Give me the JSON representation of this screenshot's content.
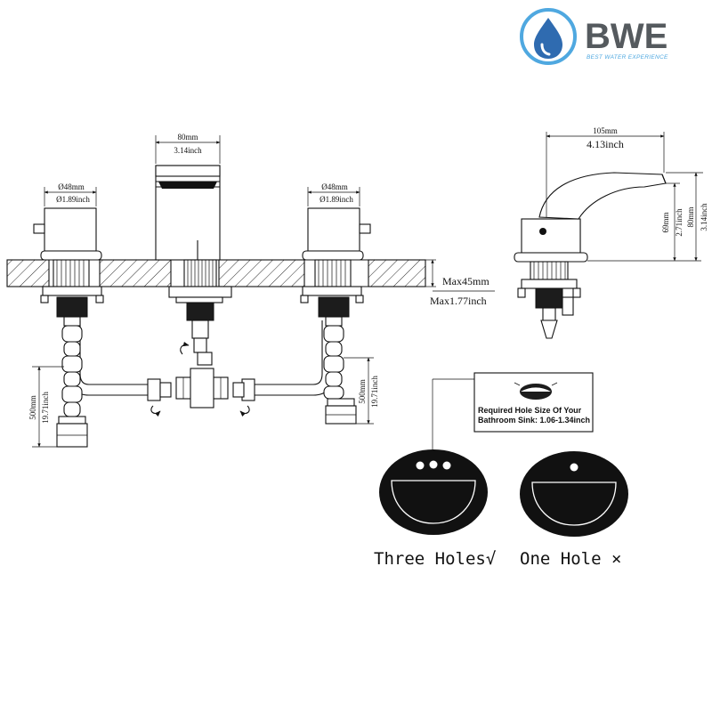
{
  "brand": {
    "name": "BWE",
    "tagline": "BEST WATER EXPERIENCE",
    "colors": {
      "blue": "#2f6bb0",
      "light_blue": "#4fa8e0",
      "gray": "#555a5e"
    }
  },
  "front_view": {
    "spout_width_mm": "80mm",
    "spout_width_in": "3.14inch",
    "left_handle_mm": "Ø48mm",
    "left_handle_in": "Ø1.89inch",
    "right_handle_mm": "Ø48mm",
    "right_handle_in": "Ø1.89inch",
    "deck_thickness_mm": "Max45mm",
    "deck_thickness_in": "Max1.77inch",
    "left_hose_mm": "500mm",
    "left_hose_in": "19.71inch",
    "right_hose_mm": "500mm",
    "right_hose_in": "19.71inch"
  },
  "side_view": {
    "reach_mm": "105mm",
    "reach_in": "4.13inch",
    "spout_height_mm": "69mm",
    "spout_height_in": "2.71inch",
    "total_height_mm": "80mm",
    "total_height_in": "3.14inch"
  },
  "hole_note": {
    "line1": "Required Hole Size Of Your",
    "line2": "Bathroom Sink: 1.06-1.34inch"
  },
  "sinks": {
    "three_holes_label": "Three Holes√",
    "one_hole_label": "One Hole ×"
  }
}
